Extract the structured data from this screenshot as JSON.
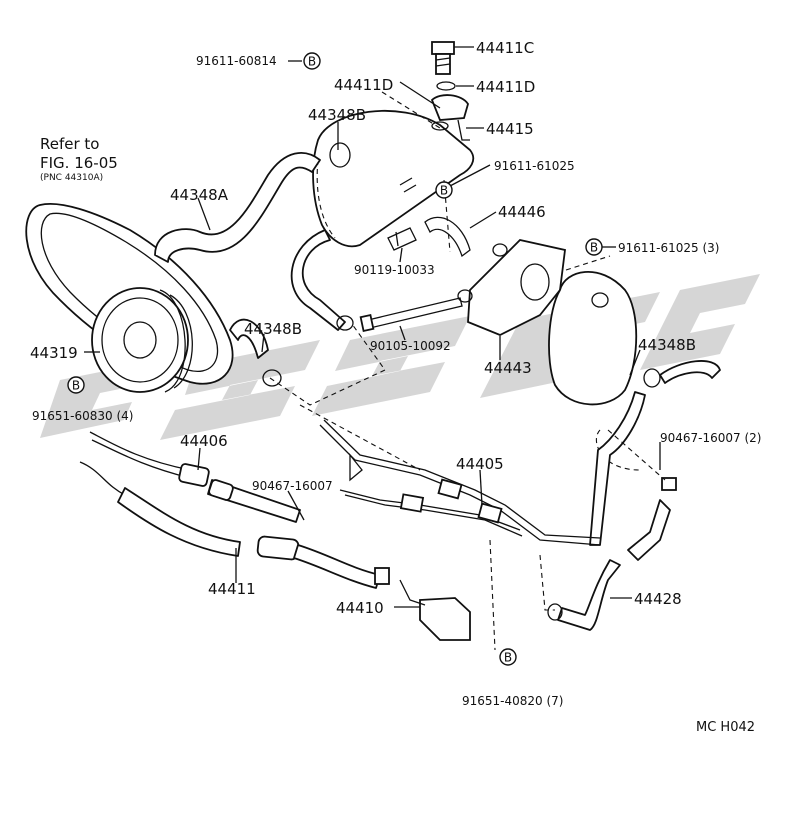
{
  "figure": {
    "code": "MC  H042",
    "reference": {
      "line1": "Refer to",
      "line2": "FIG. 16-05",
      "line3": "(PNC 44310A)"
    }
  },
  "bolt_symbol": "B",
  "labels": {
    "p44411C": "44411C",
    "p91611_60814": "91611-60814",
    "p44411D_right": "44411D",
    "p44411D_left": "44411D",
    "p44348B_top": "44348B",
    "p44415": "44415",
    "p91611_61025": "91611-61025",
    "p44348A": "44348A",
    "p44446": "44446",
    "p91611_61025_3": "91611-61025 (3)",
    "p90119_10033": "90119-10033",
    "p44348B_mid": "44348B",
    "p90105_10092": "90105-10092",
    "p44443": "44443",
    "p44348B_right": "44348B",
    "p44319": "44319",
    "p91651_60830_4": "91651-60830 (4)",
    "p44406": "44406",
    "p90467_16007_2": "90467-16007 (2)",
    "p44405": "44405",
    "p90467_16007": "90467-16007",
    "p44411": "44411",
    "p44428": "44428",
    "p44410": "44410",
    "p91651_40820_7": "91651-40820 (7)"
  }
}
